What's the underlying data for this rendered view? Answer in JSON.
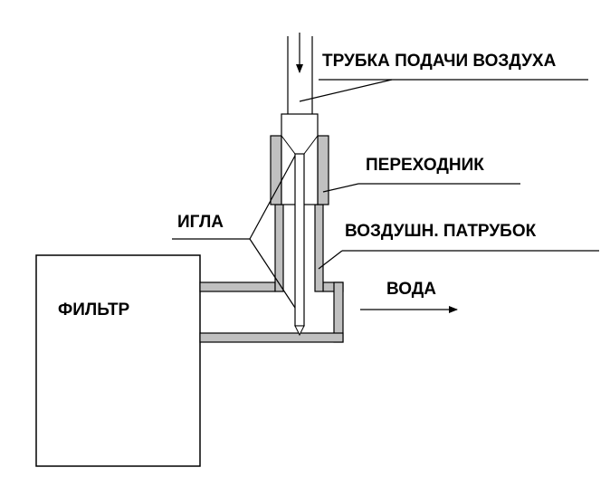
{
  "labels": {
    "air_tube": "ТРУБКА ПОДАЧИ ВОЗДУХА",
    "adapter": "ПЕРЕХОДНИК",
    "needle": "ИГЛА",
    "air_branch": "ВОЗДУШН. ПАТРУБОК",
    "water": "ВОДА",
    "filter": "ФИЛЬТР"
  },
  "colors": {
    "stroke": "#000000",
    "pipe_wall": "#c0c0c0",
    "background": "#ffffff"
  }
}
